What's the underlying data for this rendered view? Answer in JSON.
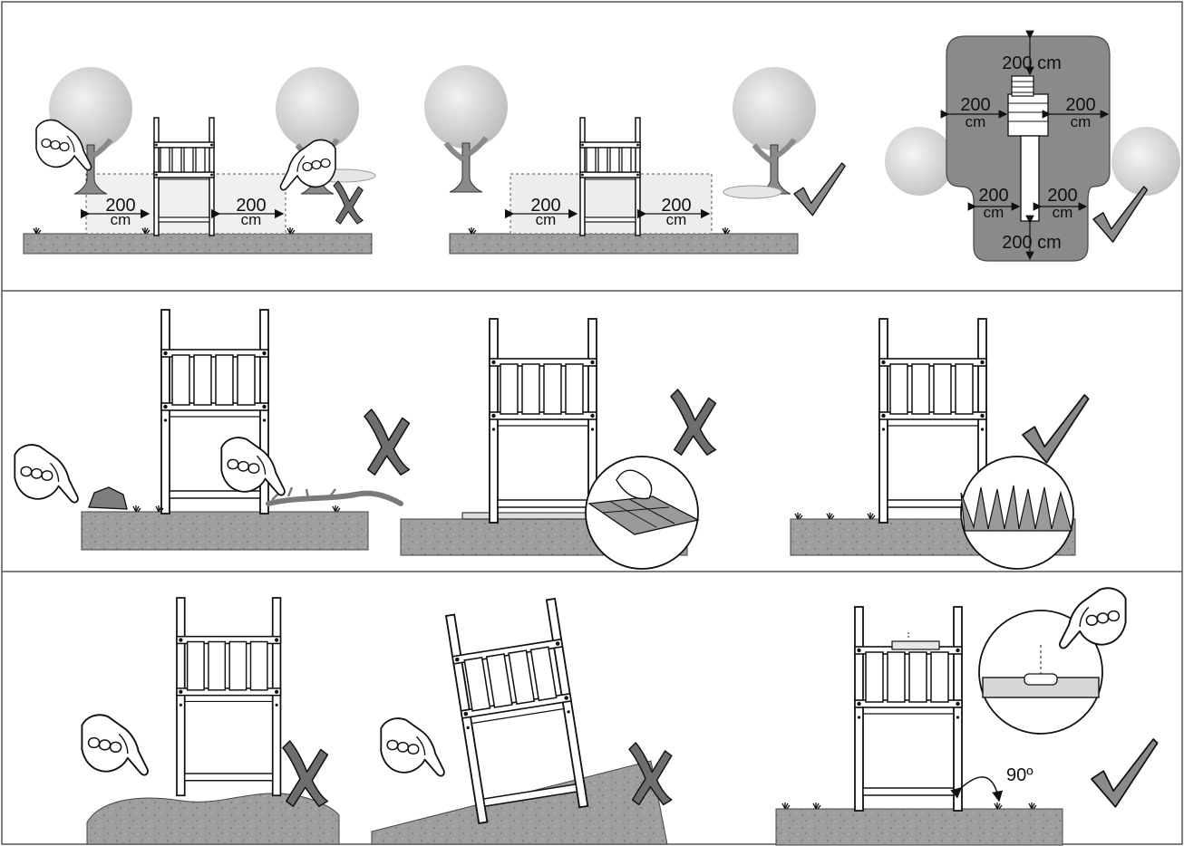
{
  "panel1": {
    "left_gap": {
      "value": "200",
      "unit": "cm"
    },
    "right_gap": {
      "value": "200",
      "unit": "cm"
    },
    "verdict": "wrong"
  },
  "panel2": {
    "left_gap": {
      "value": "200",
      "unit": "cm"
    },
    "right_gap": {
      "value": "200",
      "unit": "cm"
    },
    "verdict": "correct"
  },
  "panel3": {
    "top": "200 cm",
    "bottom": "200 cm",
    "upper_left": {
      "value": "200",
      "unit": "cm"
    },
    "upper_right": {
      "value": "200",
      "unit": "cm"
    },
    "lower_left": {
      "value": "200",
      "unit": "cm"
    },
    "lower_right": {
      "value": "200",
      "unit": "cm"
    },
    "verdict": "correct"
  },
  "panel4": {
    "verdict": "wrong",
    "hazards": [
      "stone",
      "branch"
    ]
  },
  "panel5": {
    "verdict": "wrong",
    "surface": "paving-stones"
  },
  "panel6": {
    "verdict": "correct",
    "surface": "grass"
  },
  "panel7": {
    "verdict": "wrong",
    "ground": "uneven"
  },
  "panel8": {
    "verdict": "wrong",
    "ground": "sloped"
  },
  "panel9": {
    "verdict": "correct",
    "angle_label": "90º"
  },
  "colors": {
    "ground": "#9c9c9c",
    "zone": "#7a7a7a",
    "tree": "#d4d4d4",
    "mark": "#6e6e6e",
    "frame_line": "#111111"
  }
}
